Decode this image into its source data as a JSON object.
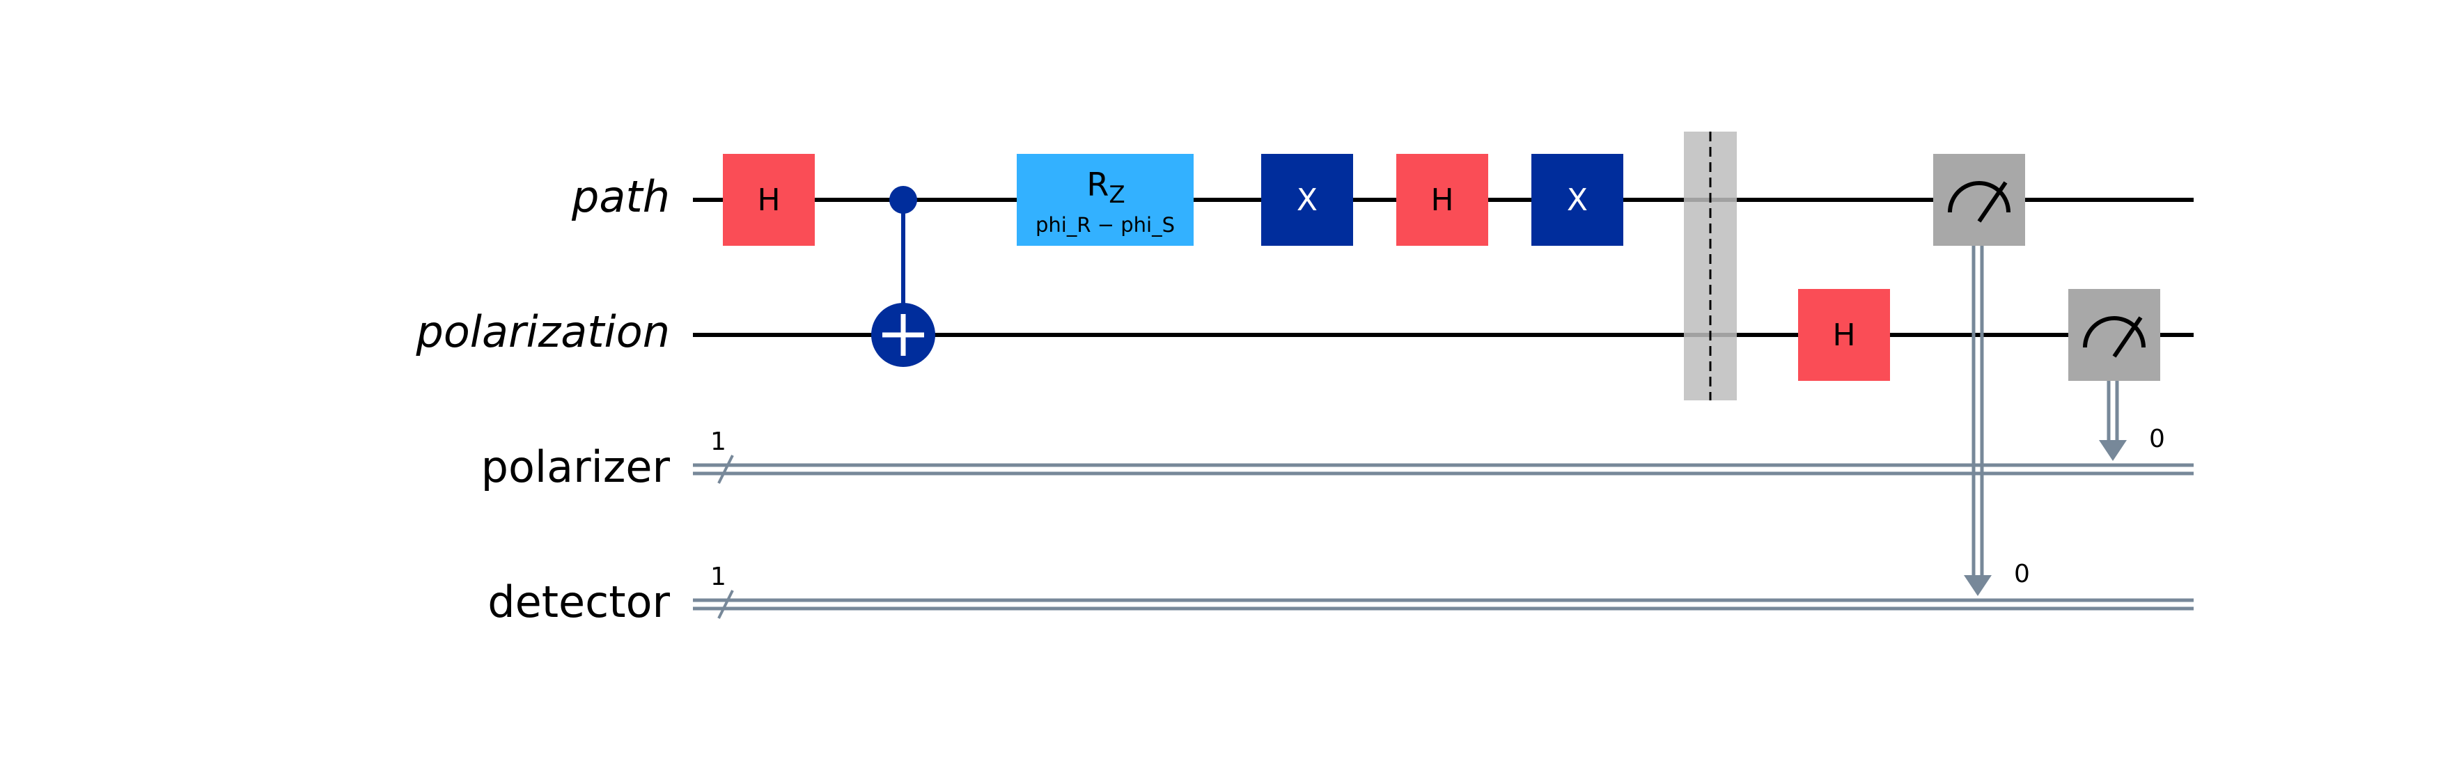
{
  "colors": {
    "wire": "#000000",
    "classical": "#778899",
    "hadamard": "#fa4d56",
    "rz": "#33b1ff",
    "x_gate": "#002d9c",
    "control": "#002d9c",
    "barrier": "#bdbdbd",
    "measure": "#a8a8a8"
  },
  "registers": {
    "path": "path",
    "polarization": "polarization",
    "polarizer": "polarizer",
    "detector": "detector"
  },
  "bundles": {
    "polarizer_size": "1",
    "detector_size": "1"
  },
  "gates": {
    "h_path": "H",
    "rz_name": "R",
    "rz_sub": "Z",
    "rz_param": "phi_R − phi_S",
    "x_path_1": "X",
    "h_path_2": "H",
    "x_path_2": "X",
    "h_polarization": "H"
  },
  "measurements": {
    "polarization_bit": "0",
    "path_bit": "0"
  },
  "icons": {
    "cnot_target": "xor-plus-icon",
    "meter": "meter-icon",
    "bundle_slash": "slash-icon"
  }
}
